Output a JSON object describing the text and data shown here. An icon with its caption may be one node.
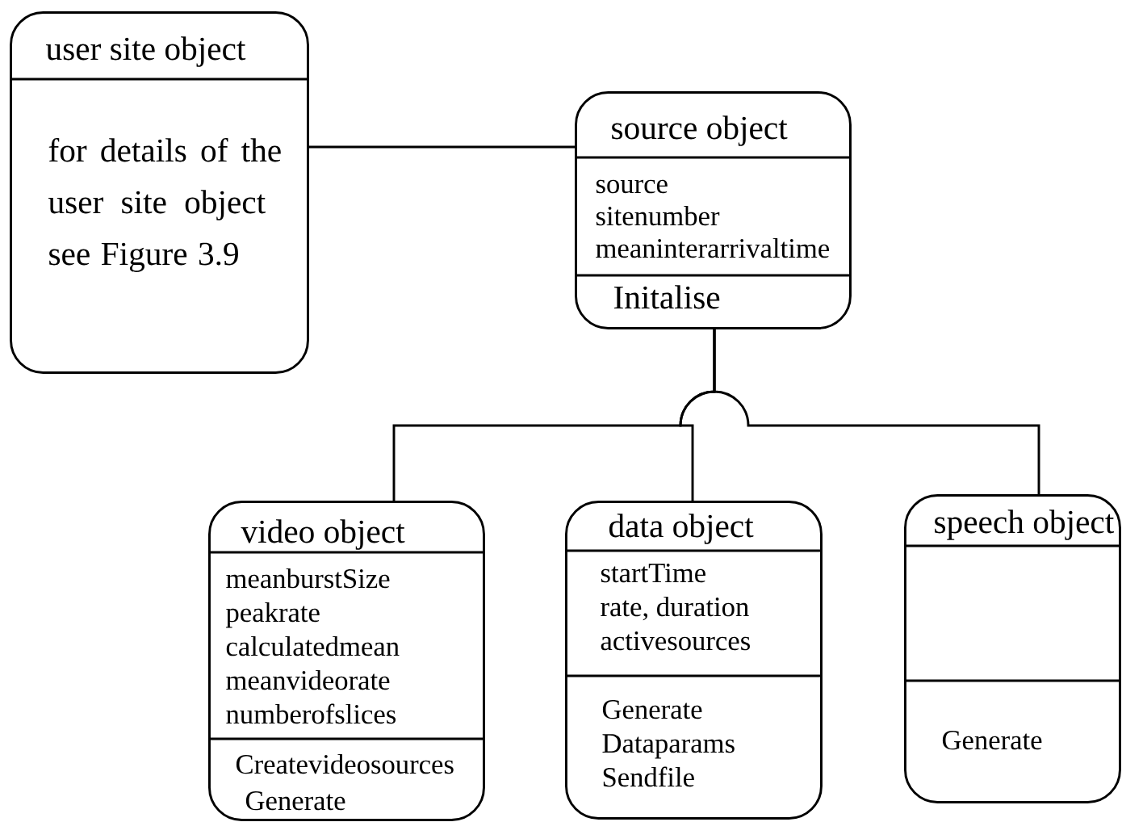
{
  "diagram": {
    "nodes": [
      {
        "text": [
          "user site object",
          "for details of the user site object see Figure 3.9"
        ]
      },
      {
        "text": [
          "source object",
          "source",
          "sitenumber",
          "meaninterarrivaltime",
          "Initalise"
        ]
      },
      {
        "text": [
          "video object",
          "meanburstSize",
          "peakrate",
          "calculatedmean",
          "meanvideorate",
          "numberofslices",
          "Createvideosources",
          "Generate"
        ]
      },
      {
        "text": [
          "data object",
          "startTime",
          "rate, duration",
          "activesources",
          "Generate",
          "Dataparams",
          "Sendfile"
        ]
      },
      {
        "text": [
          "speech object",
          "Generate"
        ]
      }
    ],
    "edges": [
      {
        "from": 0,
        "to": 1,
        "arrow": "none"
      },
      {
        "from": 1,
        "to": 2,
        "arrow": "none"
      },
      {
        "from": 1,
        "to": 3,
        "arrow": "none"
      },
      {
        "from": 1,
        "to": 4,
        "arrow": "none"
      }
    ]
  }
}
